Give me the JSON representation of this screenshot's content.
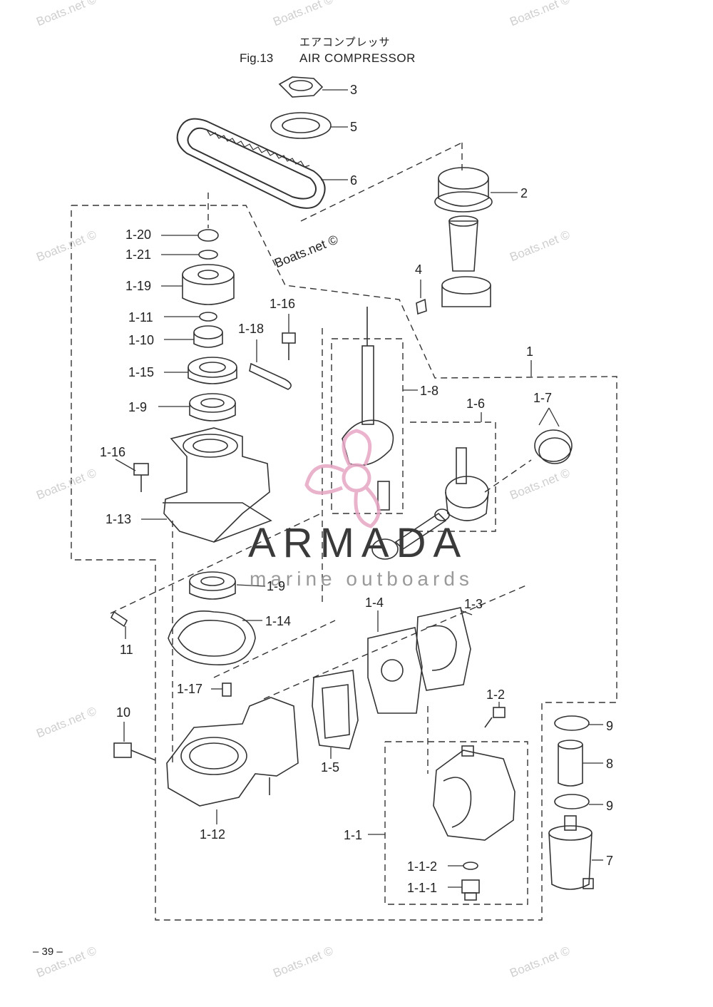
{
  "header": {
    "title_japanese": "エアコンプレッサ",
    "figure_number": "Fig.13",
    "title": "AIR COMPRESSOR"
  },
  "part_labels": {
    "p1": "1",
    "p2": "2",
    "p3": "3",
    "p4": "4",
    "p5": "5",
    "p6": "6",
    "p7": "7",
    "p8": "8",
    "p9_top": "9",
    "p9_bottom": "9",
    "p10": "10",
    "p11": "11",
    "p1_1": "1-1",
    "p1_1_1": "1-1-1",
    "p1_1_2": "1-1-2",
    "p1_2": "1-2",
    "p1_3": "1-3",
    "p1_4": "1-4",
    "p1_5": "1-5",
    "p1_6": "1-6",
    "p1_7": "1-7",
    "p1_8": "1-8",
    "p1_9_top": "1-9",
    "p1_9_bottom": "1-9",
    "p1_10": "1-10",
    "p1_11": "1-11",
    "p1_12": "1-12",
    "p1_13": "1-13",
    "p1_14": "1-14",
    "p1_15": "1-15",
    "p1_16_left": "1-16",
    "p1_16_right": "1-16",
    "p1_17": "1-17",
    "p1_18": "1-18",
    "p1_19": "1-19",
    "p1_20": "1-20",
    "p1_21": "1-21"
  },
  "watermark": {
    "text": "Boats.net ©"
  },
  "logo": {
    "name": "ARMADA",
    "tagline": "marine outboards",
    "accent_color": "#e7a6c4"
  },
  "footer": {
    "page_number": "– 39 –"
  }
}
